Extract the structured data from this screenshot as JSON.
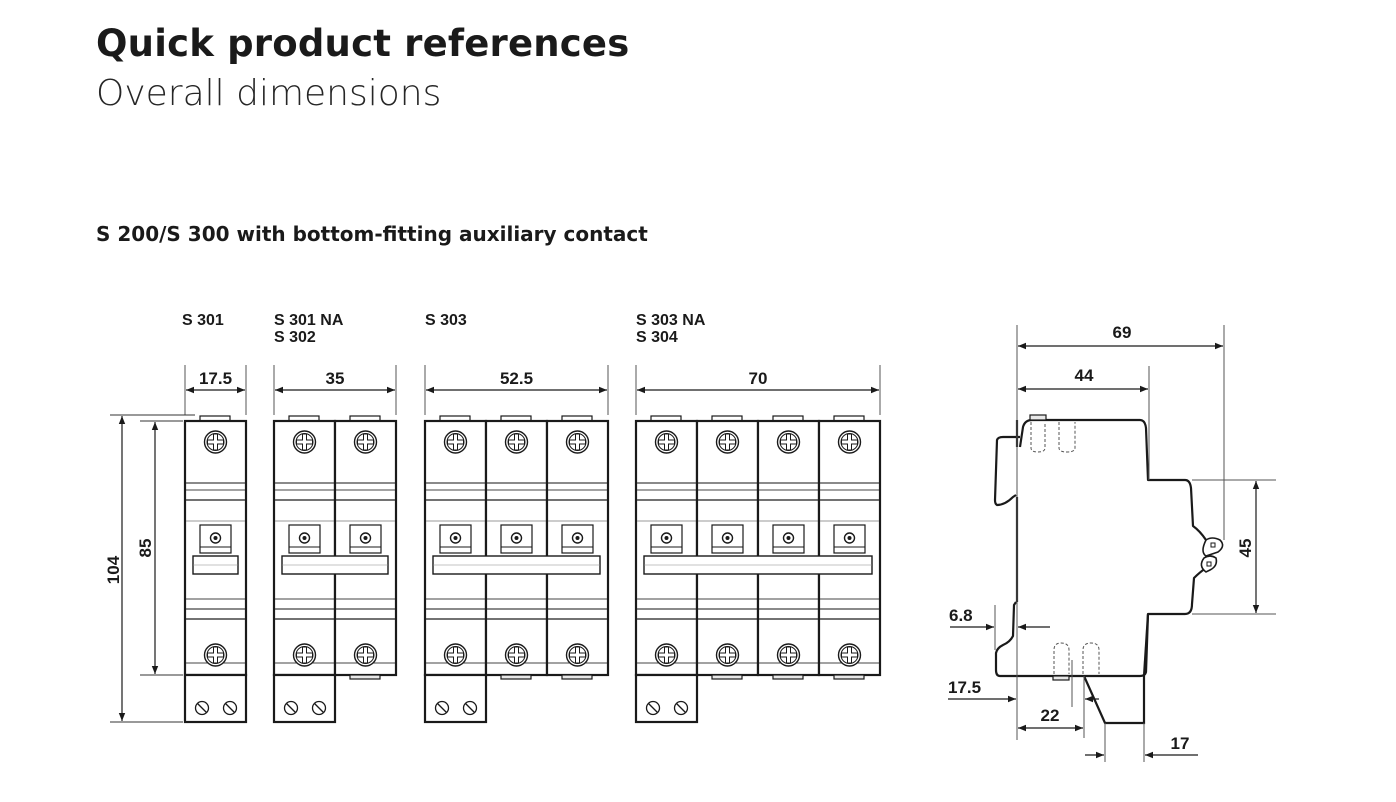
{
  "page": {
    "title": "Quick product references",
    "subtitle": "Overall dimensions",
    "section_heading": "S 200/S 300 with bottom-fitting auxiliary contact"
  },
  "front_views": [
    {
      "label_lines": [
        "S 301"
      ],
      "poles": 1,
      "width_dim": "17.5"
    },
    {
      "label_lines": [
        "S 301 NA",
        "S 302"
      ],
      "poles": 2,
      "width_dim": "35"
    },
    {
      "label_lines": [
        "S 303"
      ],
      "poles": 3,
      "width_dim": "52.5"
    },
    {
      "label_lines": [
        "S 303 NA",
        "S 304"
      ],
      "poles": 4,
      "width_dim": "70"
    }
  ],
  "vertical_dims": {
    "overall_height": "104",
    "body_height": "85"
  },
  "side_view": {
    "depth_overall": "69",
    "depth_body": "44",
    "front_height": "45",
    "rail_offset": "6.8",
    "aux_offset": "17.5",
    "aux_spacing": "22",
    "aux_depth": "17"
  },
  "colors": {
    "line": "#1a1a1a",
    "thin": "#555555",
    "text": "#1a1a1a",
    "background": "#ffffff"
  }
}
